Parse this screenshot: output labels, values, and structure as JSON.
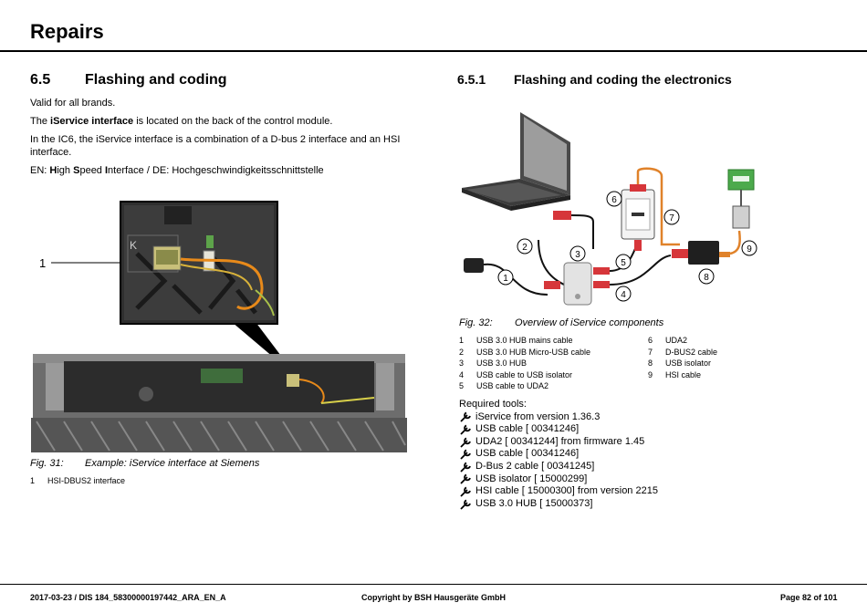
{
  "header": {
    "title": "Repairs"
  },
  "left": {
    "section_number": "6.5",
    "section_title": "Flashing and coding",
    "paragraphs": {
      "p1": "Valid for all brands.",
      "p2_pre": "The ",
      "p2_bold": "iService interface",
      "p2_post": " is located on the back of the control module.",
      "p3": "In the IC6, the iService interface is a combination of a D-bus 2 interface and an HSI interface.",
      "p4_pre": "EN: ",
      "p4_b1": "H",
      "p4_t1": "igh ",
      "p4_b2": "S",
      "p4_t2": "peed ",
      "p4_b3": "I",
      "p4_t3": "nterface / DE: Hochgeschwindigkeitsschnittstelle"
    },
    "figure_callout": "1",
    "fig_label": "Fig. 31:",
    "fig_caption": "Example: iService interface at Siemens",
    "legend": [
      {
        "n": "1",
        "text": "HSI-DBUS2 interface"
      }
    ]
  },
  "right": {
    "section_number": "6.5.1",
    "section_title": "Flashing and coding the electronics",
    "diagram_callouts": [
      "1",
      "2",
      "3",
      "4",
      "5",
      "6",
      "7",
      "8",
      "9"
    ],
    "fig_label": "Fig. 32:",
    "fig_caption": "Overview of iService components",
    "legend_left": [
      {
        "n": "1",
        "text": "USB 3.0 HUB mains cable"
      },
      {
        "n": "2",
        "text": "USB 3.0 HUB Micro-USB cable"
      },
      {
        "n": "3",
        "text": "USB 3.0 HUB"
      },
      {
        "n": "4",
        "text": "USB cable to USB isolator"
      },
      {
        "n": "5",
        "text": "USB cable to UDA2"
      }
    ],
    "legend_right": [
      {
        "n": "6",
        "text": "UDA2"
      },
      {
        "n": "7",
        "text": "D-BUS2 cable"
      },
      {
        "n": "8",
        "text": "USB isolator"
      },
      {
        "n": "9",
        "text": "HSI cable"
      }
    ],
    "tools_heading": "Required tools:",
    "tools": [
      "iService from version 1.36.3",
      "USB cable [ 00341246]",
      "UDA2 [ 00341244]  from firmware 1.45",
      "USB cable [ 00341246]",
      "D-Bus 2 cable [ 00341245]",
      "USB isolator [ 15000299]",
      "HSI cable [ 15000300]  from version 2215",
      "USB 3.0 HUB [ 15000373]"
    ],
    "tool_icon": "wrench-icon"
  },
  "footer": {
    "left": "2017-03-23 / DIS 184_58300000197442_ARA_EN_A",
    "center": "Copyright by BSH Hausgeräte GmbH",
    "right": "Page 82 of 101"
  }
}
